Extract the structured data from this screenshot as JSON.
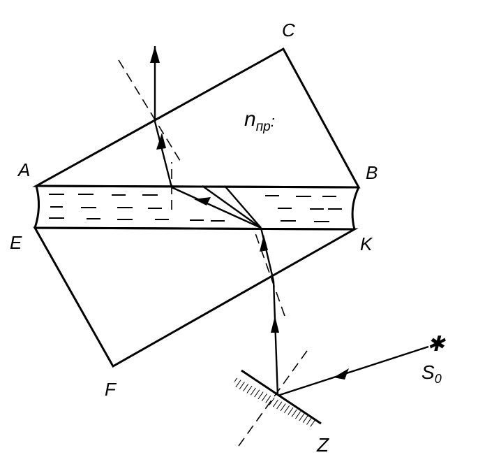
{
  "diagram": {
    "labels": {
      "A": "A",
      "B": "B",
      "C": "C",
      "E": "E",
      "K": "K",
      "F": "F",
      "Z": "Z",
      "refractive_index": "n",
      "refractive_index_sub": "пр",
      "refractive_index_colon": ":",
      "source": "S",
      "source_sub": "0",
      "source_star": "✱"
    },
    "colors": {
      "ink": "#000000",
      "paper": "#ffffff"
    }
  }
}
